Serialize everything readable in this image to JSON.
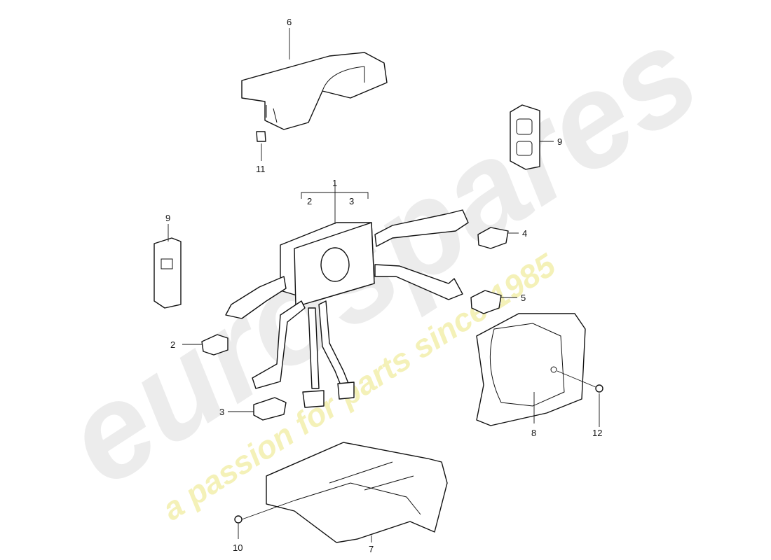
{
  "watermark": {
    "brand": "eurospares",
    "tagline": "a passion for parts since 1985",
    "brand_color": "#e8e8e8",
    "tagline_color": "#f3f0b0"
  },
  "callouts": {
    "c6": "6",
    "c11": "11",
    "c9_right": "9",
    "c1": "1",
    "c1_sub2": "2",
    "c1_sub3": "3",
    "c9_left": "9",
    "c4": "4",
    "c5": "5",
    "c2": "2",
    "c3": "3",
    "c8": "8",
    "c12": "12",
    "c10": "10",
    "c7": "7"
  }
}
